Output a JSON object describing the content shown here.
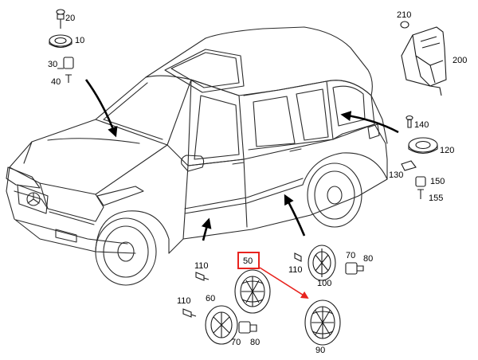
{
  "labels": {
    "p20": "20",
    "p10": "10",
    "p30": "30",
    "p40": "40",
    "p210": "210",
    "p200": "200",
    "p140": "140",
    "p120": "120",
    "p130": "130",
    "p150": "150",
    "p155": "155",
    "p110a": "110",
    "p110b": "110",
    "p110c": "110",
    "p50": "50",
    "p60": "60",
    "p70a": "70",
    "p80a": "80",
    "p70b": "70",
    "p80b": "80",
    "p100": "100",
    "p90": "90"
  },
  "colors": {
    "highlight": "#e8231e",
    "line": "#1a1a1a"
  },
  "highlight": {
    "part": "50"
  }
}
